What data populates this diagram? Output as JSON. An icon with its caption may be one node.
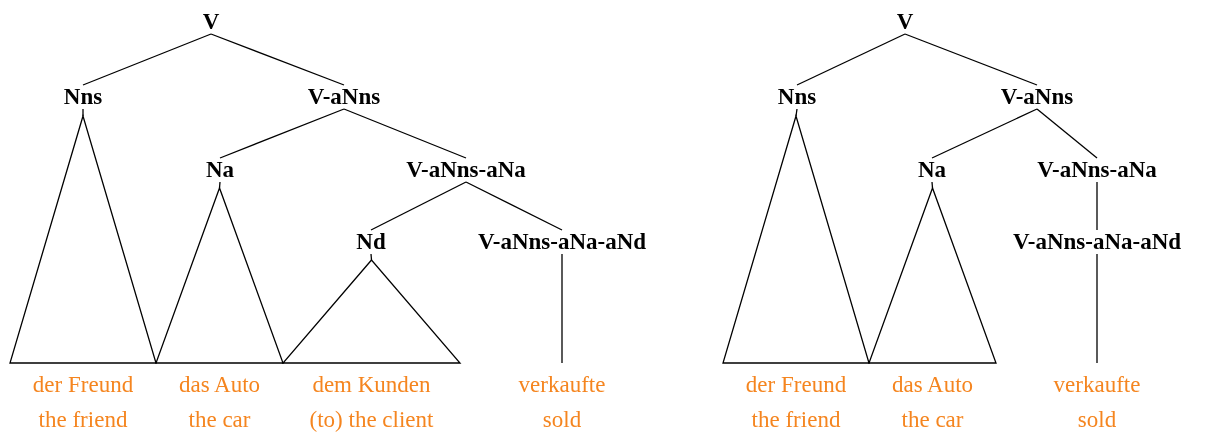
{
  "diagram": {
    "nodes": [
      {
        "text": [
          "V"
        ]
      },
      {
        "text": [
          "Nns"
        ]
      },
      {
        "text": [
          "V-aNns"
        ]
      },
      {
        "text": [
          "Na"
        ]
      },
      {
        "text": [
          "V-aNns-aNa"
        ]
      },
      {
        "text": [
          "Nd"
        ]
      },
      {
        "text": [
          "V-aNns-aNa-aNd"
        ]
      },
      {
        "text": [
          "der Freund",
          "the friend"
        ]
      },
      {
        "text": [
          "das Auto",
          "the car"
        ]
      },
      {
        "text": [
          "dem Kunden",
          "(to) the client"
        ]
      },
      {
        "text": [
          "verkaufte",
          "sold"
        ]
      },
      {
        "text": [
          "V"
        ]
      },
      {
        "text": [
          "Nns"
        ]
      },
      {
        "text": [
          "V-aNns"
        ]
      },
      {
        "text": [
          "Na"
        ]
      },
      {
        "text": [
          "V-aNns-aNa"
        ]
      },
      {
        "text": [
          "V-aNns-aNa-aNd"
        ]
      },
      {
        "text": [
          "der Freund",
          "the friend"
        ]
      },
      {
        "text": [
          "das Auto",
          "the car"
        ]
      },
      {
        "text": [
          "verkaufte",
          "sold"
        ]
      }
    ],
    "edges": [
      {
        "from": 0,
        "to": 1,
        "arrow": "none"
      },
      {
        "from": 0,
        "to": 2,
        "arrow": "none"
      },
      {
        "from": 1,
        "to": 7,
        "arrow": "none"
      },
      {
        "from": 2,
        "to": 3,
        "arrow": "none"
      },
      {
        "from": 2,
        "to": 4,
        "arrow": "none"
      },
      {
        "from": 3,
        "to": 8,
        "arrow": "none"
      },
      {
        "from": 4,
        "to": 5,
        "arrow": "none"
      },
      {
        "from": 4,
        "to": 6,
        "arrow": "none"
      },
      {
        "from": 5,
        "to": 9,
        "arrow": "none"
      },
      {
        "from": 6,
        "to": 10,
        "arrow": "none"
      },
      {
        "from": 11,
        "to": 12,
        "arrow": "none"
      },
      {
        "from": 11,
        "to": 13,
        "arrow": "none"
      },
      {
        "from": 12,
        "to": 17,
        "arrow": "none"
      },
      {
        "from": 13,
        "to": 14,
        "arrow": "none"
      },
      {
        "from": 13,
        "to": 15,
        "arrow": "none"
      },
      {
        "from": 14,
        "to": 18,
        "arrow": "none"
      },
      {
        "from": 15,
        "to": 16,
        "arrow": "none"
      },
      {
        "from": 16,
        "to": 19,
        "arrow": "none"
      }
    ]
  }
}
